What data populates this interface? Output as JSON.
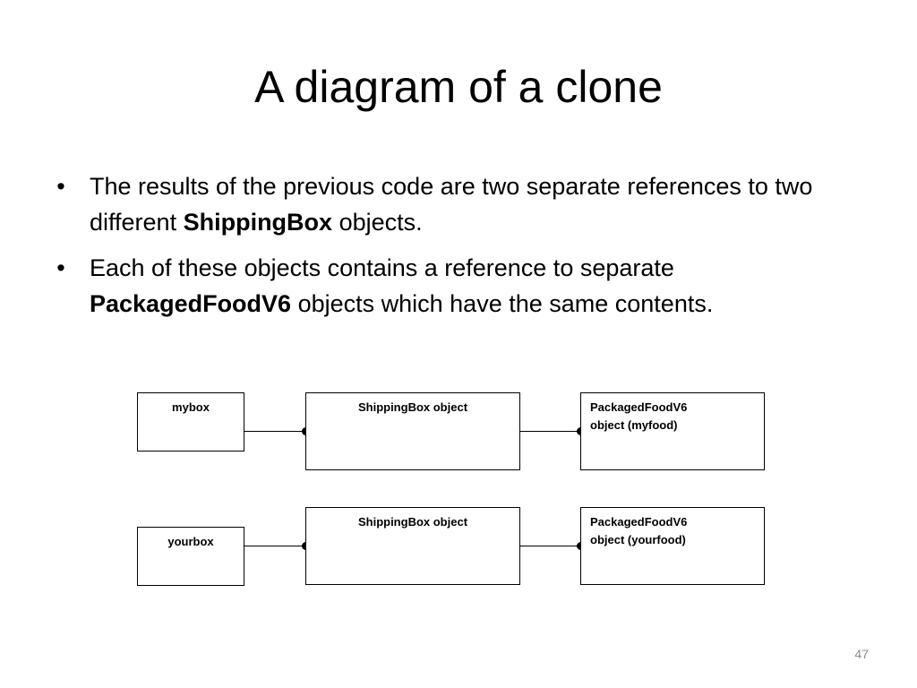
{
  "slide": {
    "title": "A diagram of a clone",
    "bullets": [
      {
        "parts": [
          {
            "text": "The results of the previous code are two separate references to two different ",
            "bold": false
          },
          {
            "text": "ShippingBox",
            "bold": true
          },
          {
            "text": " objects.",
            "bold": false
          }
        ]
      },
      {
        "parts": [
          {
            "text": "Each of these objects contains a reference to separate ",
            "bold": false
          },
          {
            "text": "PackagedFoodV6",
            "bold": true
          },
          {
            "text": " objects which have the same contents.",
            "bold": false
          }
        ]
      }
    ],
    "page_number": "47"
  },
  "diagram": {
    "row1": {
      "var_label": "mybox",
      "shipping_label": "ShippingBox object",
      "food_label_line1": "PackagedFoodV6",
      "food_label_line2": "object (myfood)"
    },
    "row2": {
      "var_label": "yourbox",
      "shipping_label": "ShippingBox object",
      "food_label_line1": "PackagedFoodV6",
      "food_label_line2": "object (yourfood)"
    }
  }
}
